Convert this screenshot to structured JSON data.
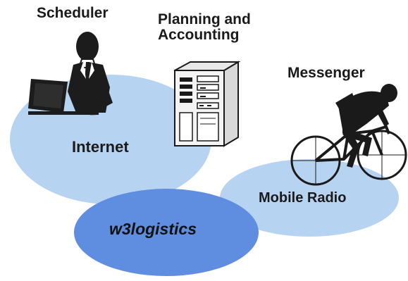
{
  "labels": {
    "scheduler": "Scheduler",
    "planning_line1": "Planning and",
    "planning_line2": "Accounting",
    "messenger": "Messenger",
    "internet": "Internet",
    "mobile_radio": "Mobile Radio",
    "w3logistics": "w3logistics"
  },
  "icons": {
    "scheduler": "person-at-laptop-icon",
    "planning": "server-tower-icon",
    "messenger": "cyclist-icon"
  },
  "colors": {
    "cloud_light": "#b7d3f2",
    "cloud_dark": "#5f8ee0",
    "text": "#1a1a1a",
    "background": "#ffffff"
  }
}
